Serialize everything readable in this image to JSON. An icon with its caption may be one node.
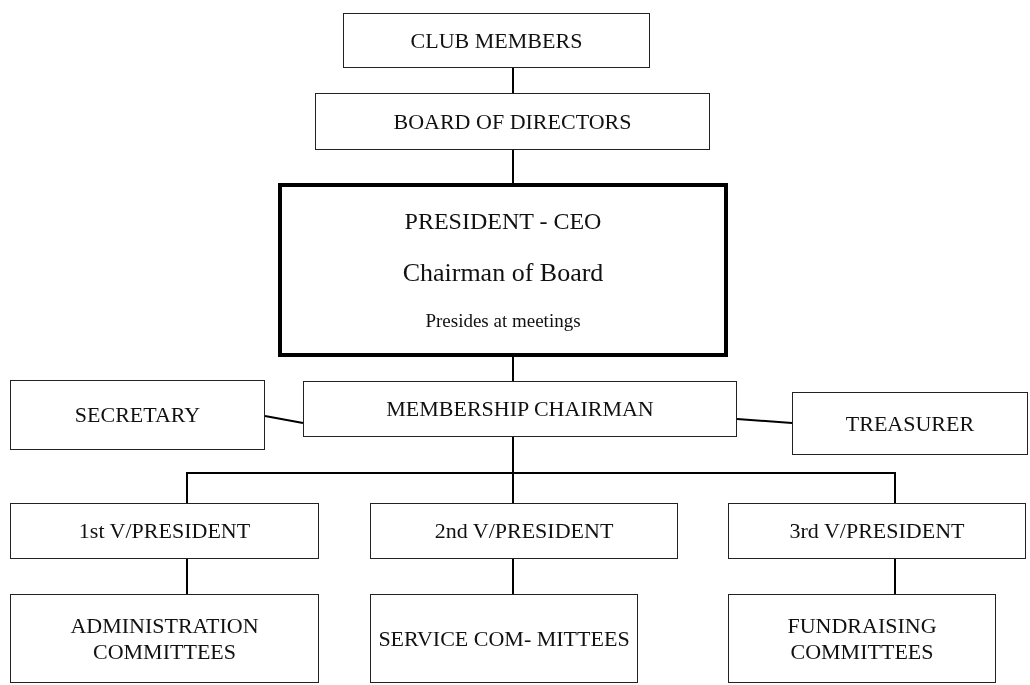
{
  "diagram": {
    "nodes": [
      {
        "text": [
          "CLUB MEMBERS"
        ]
      },
      {
        "text": [
          "BOARD OF DIRECTORS"
        ]
      },
      {
        "text": [
          "PRESIDENT - CEO",
          "Chairman of Board",
          "Presides at meetings"
        ]
      },
      {
        "text": [
          "SECRETARY"
        ]
      },
      {
        "text": [
          "MEMBERSHIP CHAIRMAN"
        ]
      },
      {
        "text": [
          "TREASURER"
        ]
      },
      {
        "text": [
          "1st V/PRESIDENT"
        ]
      },
      {
        "text": [
          "2nd V/PRESIDENT"
        ]
      },
      {
        "text": [
          "3rd V/PRESIDENT"
        ]
      },
      {
        "text": [
          "ADMINISTRATION COMMITTEES"
        ]
      },
      {
        "text": [
          "SERVICE COM- MITTEES"
        ]
      },
      {
        "text": [
          "FUNDRAISING COMMITTEES"
        ]
      }
    ],
    "edges": [
      {
        "from": 0,
        "to": 1,
        "arrow": "none"
      },
      {
        "from": 1,
        "to": 2,
        "arrow": "none"
      },
      {
        "from": 2,
        "to": 4,
        "arrow": "none"
      },
      {
        "from": 3,
        "to": 4,
        "arrow": "none"
      },
      {
        "from": 4,
        "to": 5,
        "arrow": "none"
      },
      {
        "from": 4,
        "to": 6,
        "arrow": "none"
      },
      {
        "from": 4,
        "to": 7,
        "arrow": "none"
      },
      {
        "from": 4,
        "to": 8,
        "arrow": "none"
      },
      {
        "from": 6,
        "to": 9,
        "arrow": "none"
      },
      {
        "from": 7,
        "to": 10,
        "arrow": "none"
      },
      {
        "from": 8,
        "to": 11,
        "arrow": "none"
      }
    ]
  }
}
